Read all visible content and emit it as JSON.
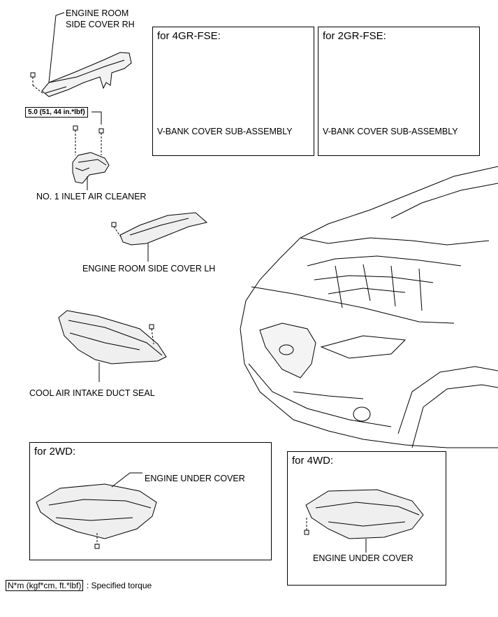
{
  "labels": {
    "engine_room_side_cover_rh_line1": "ENGINE ROOM",
    "engine_room_side_cover_rh_line2": "SIDE COVER RH",
    "torque_value": "5.0 (51, 44 in.*lbf)",
    "no1_inlet_air_cleaner": "NO. 1 INLET AIR CLEANER",
    "engine_room_side_cover_lh": "ENGINE ROOM SIDE COVER LH",
    "cool_air_intake_duct_seal": "COOL AIR INTAKE DUCT SEAL"
  },
  "boxes": {
    "gr4": {
      "title": "for 4GR-FSE:",
      "part": "V-BANK COVER SUB-ASSEMBLY"
    },
    "gr2": {
      "title": "for 2GR-FSE:",
      "part": "V-BANK COVER SUB-ASSEMBLY"
    },
    "wd2": {
      "title": "for 2WD:",
      "part": "ENGINE UNDER COVER"
    },
    "wd4": {
      "title": "for 4WD:",
      "part": "ENGINE UNDER COVER"
    }
  },
  "legend": {
    "torque_box": "N*m (kgf*cm, ft.*lbf)",
    "text": ": Specified torque"
  }
}
